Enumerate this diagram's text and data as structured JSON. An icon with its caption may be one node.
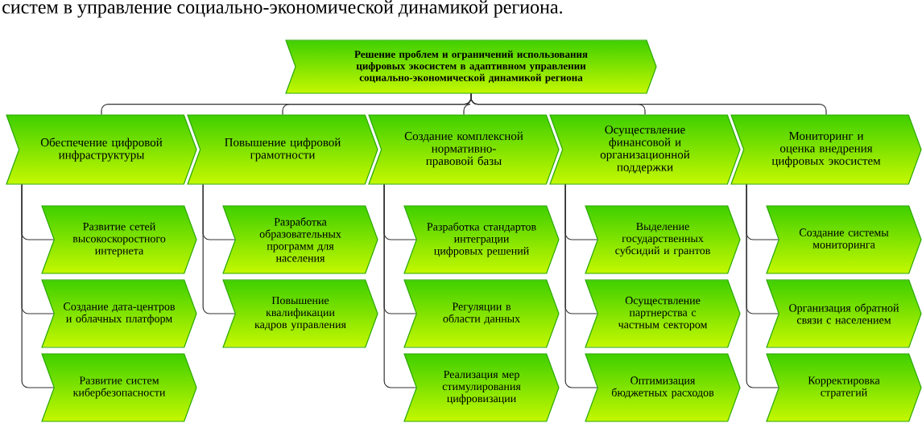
{
  "diagram": {
    "nodes": [
      {
        "text": [
          "Решение проблем и ограничений использования цифровых экосистем в адаптивном управлении социально-экономической динамикой региона"
        ]
      },
      {
        "text": [
          "Обеспечение цифровой инфраструктуры"
        ]
      },
      {
        "text": [
          "Повышение цифровой грамотности"
        ]
      },
      {
        "text": [
          "Создание комплексной нормативно-правовой базы"
        ]
      },
      {
        "text": [
          "Осуществление финансовой и организационной поддержки"
        ]
      },
      {
        "text": [
          "Мониторинг и оценка внедрения цифровых экосистем"
        ]
      },
      {
        "text": [
          "Развитие сетей высокоскоростного интернета"
        ]
      },
      {
        "text": [
          "Создание дата-центров и облачных платформ"
        ]
      },
      {
        "text": [
          "Развитие систем кибербезопасности"
        ]
      },
      {
        "text": [
          "Разработка образовательных программ для населения"
        ]
      },
      {
        "text": [
          "Повышение квалификации кадров управления"
        ]
      },
      {
        "text": [
          "Разработка стандартов интеграции цифровых решений"
        ]
      },
      {
        "text": [
          "Регуляции в области данных"
        ]
      },
      {
        "text": [
          "Реализация мер стимулирования цифровизации"
        ]
      },
      {
        "text": [
          "Выделение государственных субсидий и грантов"
        ]
      },
      {
        "text": [
          "Осуществление партнерства с частным сектором"
        ]
      },
      {
        "text": [
          "Оптимизация бюджетных расходов"
        ]
      },
      {
        "text": [
          "Создание системы мониторинга"
        ]
      },
      {
        "text": [
          "Организация обратной связи с населением"
        ]
      },
      {
        "text": [
          "Корректировка стратегий"
        ]
      }
    ],
    "edges": [
      {
        "from": 0,
        "to": 1,
        "arrow": "none"
      },
      {
        "from": 0,
        "to": 2,
        "arrow": "none"
      },
      {
        "from": 0,
        "to": 3,
        "arrow": "none"
      },
      {
        "from": 0,
        "to": 4,
        "arrow": "none"
      },
      {
        "from": 0,
        "to": 5,
        "arrow": "none"
      },
      {
        "from": 1,
        "to": 6,
        "arrow": "none"
      },
      {
        "from": 1,
        "to": 7,
        "arrow": "none"
      },
      {
        "from": 1,
        "to": 8,
        "arrow": "none"
      },
      {
        "from": 2,
        "to": 9,
        "arrow": "none"
      },
      {
        "from": 2,
        "to": 10,
        "arrow": "none"
      },
      {
        "from": 3,
        "to": 11,
        "arrow": "none"
      },
      {
        "from": 3,
        "to": 12,
        "arrow": "none"
      },
      {
        "from": 3,
        "to": 13,
        "arrow": "none"
      },
      {
        "from": 4,
        "to": 14,
        "arrow": "none"
      },
      {
        "from": 4,
        "to": 15,
        "arrow": "none"
      },
      {
        "from": 4,
        "to": 16,
        "arrow": "none"
      },
      {
        "from": 5,
        "to": 17,
        "arrow": "none"
      },
      {
        "from": 5,
        "to": 18,
        "arrow": "none"
      },
      {
        "from": 5,
        "to": 19,
        "arrow": "none"
      }
    ],
    "labels": [
      "систем в управление социально-экономической динамикой региона."
    ]
  }
}
